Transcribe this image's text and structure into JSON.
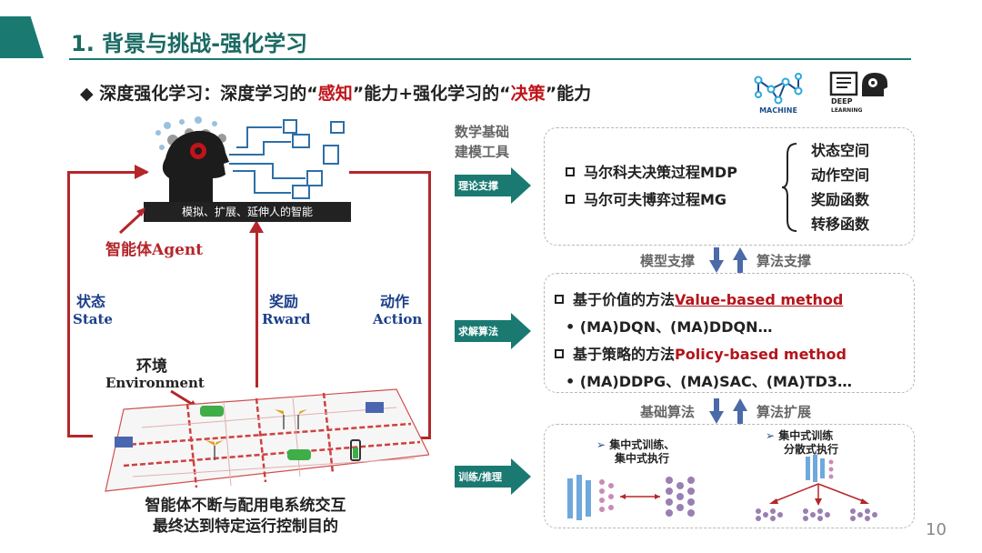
{
  "header": {
    "title": "1. 背景与挑战-强化学习"
  },
  "subtitle": {
    "bullet": "◆",
    "part1": "深度强化学习：深度学习的“",
    "highlight1": "感知",
    "part2": "”能力+强化学习的“",
    "highlight2": "决策",
    "part3": "”能力"
  },
  "logos": {
    "machine_learning": "MACHINE",
    "deep_learning_1": "DEEP",
    "deep_learning_2": "LEARNING"
  },
  "diagram": {
    "agent_banner": "模拟、扩展、延伸人的智能",
    "agent_label_cn": "智能体",
    "agent_label_en": "Agent",
    "state_cn": "状态",
    "state_en": "State",
    "reward_cn": "奖励",
    "reward_en": "Rward",
    "action_cn": "动作",
    "action_en": "Action",
    "env_cn": "环境",
    "env_en": "Environment",
    "caption_line1": "智能体不断与配用电系统交互",
    "caption_line2": "最终达到特定运行控制目的"
  },
  "middle": {
    "math_base": "数学基础",
    "modeling_tool": "建模工具",
    "tag_theory": "理论支撑",
    "tag_solve": "求解算法",
    "tag_train": "训练/推理"
  },
  "box1": {
    "item1": "马尔科夫决策过程MDP",
    "item2": "马尔可夫博弈过程MG",
    "spaces": [
      "状态空间",
      "动作空间",
      "奖励函数",
      "转移函数"
    ]
  },
  "between1": {
    "left": "模型支撑",
    "right": "算法支撑"
  },
  "box2": {
    "item1_cn": "基于价值的方法",
    "item1_en": "Value-based  method",
    "item1_sub": "• (MA)DQN、(MA)DDQN…",
    "item2_cn": "基于策略的方法",
    "item2_en": "Policy-based  method",
    "item2_sub": "• (MA)DDPG、(MA)SAC、(MA)TD3…"
  },
  "between2": {
    "left": "基础算法",
    "right": "算法扩展"
  },
  "box3": {
    "left_line1": "集中式训练、",
    "left_line2": "集中式执行",
    "right_line1": "集中式训练",
    "right_line2": "分散式执行"
  },
  "page_number": "10",
  "colors": {
    "teal": "#1a7a72",
    "red": "#b5262a",
    "navy": "#1d3f8a"
  }
}
